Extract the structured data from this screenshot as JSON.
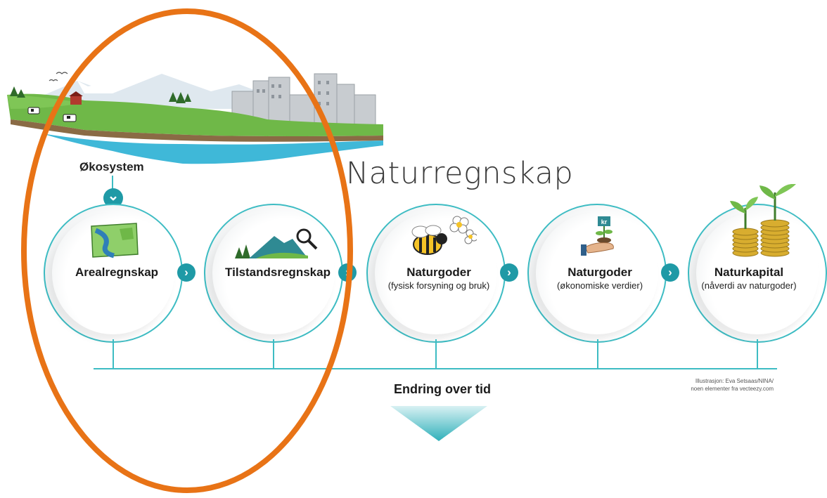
{
  "title": "Naturregnskap",
  "ecosystem_label": "Økosystem",
  "steps": [
    {
      "title": "Arealregnskap",
      "subtitle": "",
      "icon": "map-icon"
    },
    {
      "title": "Tilstandsregnskap",
      "subtitle": "",
      "icon": "mountain-magnifier-icon"
    },
    {
      "title": "Naturgoder",
      "subtitle": "(fysisk forsyning og bruk)",
      "icon": "bee-flower-icon"
    },
    {
      "title": "Naturgoder",
      "subtitle": "(økonomiske verdier)",
      "icon": "hand-plant-kr-icon"
    },
    {
      "title": "Naturkapital",
      "subtitle": "(nåverdi av naturgoder)",
      "icon": "coins-plant-icon"
    }
  ],
  "chevron_glyph": "›",
  "down_glyph": "⌄",
  "kr_label": "kr",
  "timeline_label": "Endring over tid",
  "credit_line1": "Illustrasjon: Eva Setsaas/NINA/",
  "credit_line2": "noen elementer fra vecteezy.com",
  "colors": {
    "teal": "#3dbcc3",
    "teal_dark": "#1f9aa6",
    "highlight": "#e87316"
  }
}
